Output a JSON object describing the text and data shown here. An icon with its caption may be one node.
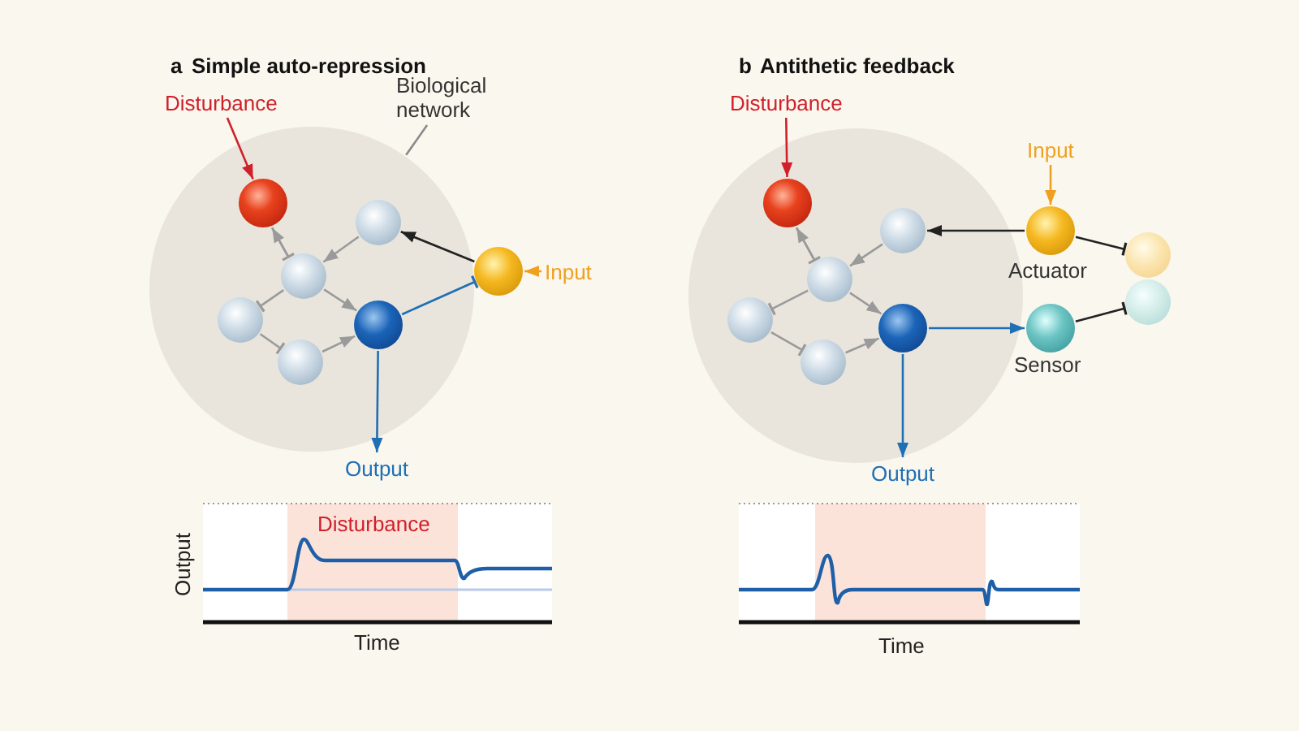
{
  "diagram": {
    "nodes": [
      {
        "text": [
          "Disturbance"
        ]
      },
      {
        "text": [
          "Biological network"
        ]
      },
      {
        "text": [],
        "shape": "circle"
      },
      {
        "text": [],
        "shape": "circle",
        "in": 2
      },
      {
        "text": [],
        "shape": "circle",
        "in": 2
      },
      {
        "text": [],
        "shape": "circle",
        "in": 2
      },
      {
        "text": [],
        "shape": "circle",
        "in": 2
      },
      {
        "text": [],
        "shape": "circle",
        "in": 2
      },
      {
        "text": [],
        "shape": "circle",
        "in": 2
      },
      {
        "text": [],
        "shape": "circle"
      },
      {
        "text": [
          "Input"
        ]
      },
      {
        "text": [
          "Output"
        ]
      },
      {
        "text": [
          "Disturbance"
        ]
      },
      {
        "text": [],
        "shape": "circle"
      },
      {
        "text": [],
        "shape": "circle",
        "in": 13
      },
      {
        "text": [],
        "shape": "circle",
        "in": 13
      },
      {
        "text": [],
        "shape": "circle",
        "in": 13
      },
      {
        "text": [],
        "shape": "circle",
        "in": 13
      },
      {
        "text": [],
        "shape": "circle",
        "in": 13
      },
      {
        "text": [],
        "shape": "circle",
        "in": 13
      },
      {
        "text": [
          "Input"
        ]
      },
      {
        "text": [],
        "shape": "circle",
        "beside": [
          "Actuator"
        ]
      },
      {
        "text": [],
        "shape": "circle",
        "beside": [
          "Sensor"
        ]
      },
      {
        "text": [],
        "shape": "circle"
      },
      {
        "text": [],
        "shape": "circle"
      },
      {
        "text": [
          "Output"
        ]
      }
    ],
    "edges": [
      {
        "from": 0,
        "to": 3,
        "arrow": "to",
        "color": "#d0202a"
      },
      {
        "from": 1,
        "to": 2,
        "arrow": "none",
        "color": "#8a8a8a"
      },
      {
        "from": 9,
        "to": 4,
        "arrow": "to",
        "color": "#222222"
      },
      {
        "from": 4,
        "to": 5,
        "arrow": "to"
      },
      {
        "from": 5,
        "to": 3,
        "arrow": "to"
      },
      {
        "from": 3,
        "to": 5,
        "arrow": "other"
      },
      {
        "from": 5,
        "to": 6,
        "arrow": "other"
      },
      {
        "from": 6,
        "to": 7,
        "arrow": "other"
      },
      {
        "from": 7,
        "to": 8,
        "arrow": "to"
      },
      {
        "from": 5,
        "to": 8,
        "arrow": "to"
      },
      {
        "from": 8,
        "to": 9,
        "arrow": "other",
        "color": "#1f6fb5"
      },
      {
        "from": 10,
        "to": 9,
        "arrow": "to",
        "color": "#f0a020"
      },
      {
        "from": 8,
        "to": 11,
        "arrow": "to",
        "color": "#1f6fb5"
      },
      {
        "from": 12,
        "to": 14,
        "arrow": "to",
        "color": "#d0202a"
      },
      {
        "from": 21,
        "to": 15,
        "arrow": "to",
        "color": "#222222"
      },
      {
        "from": 15,
        "to": 16,
        "arrow": "to"
      },
      {
        "from": 16,
        "to": 14,
        "arrow": "to"
      },
      {
        "from": 14,
        "to": 16,
        "arrow": "other"
      },
      {
        "from": 16,
        "to": 17,
        "arrow": "other"
      },
      {
        "from": 17,
        "to": 18,
        "arrow": "other"
      },
      {
        "from": 18,
        "to": 19,
        "arrow": "to"
      },
      {
        "from": 16,
        "to": 19,
        "arrow": "to"
      },
      {
        "from": 19,
        "to": 22,
        "arrow": "to",
        "color": "#1f6fb5"
      },
      {
        "from": 19,
        "to": 25,
        "arrow": "to",
        "color": "#1f6fb5"
      },
      {
        "from": 20,
        "to": 21,
        "arrow": "to",
        "color": "#f0a020"
      },
      {
        "from": 21,
        "to": 23,
        "arrow": "other",
        "color": "#222222"
      },
      {
        "from": 22,
        "to": 24,
        "arrow": "other",
        "color": "#222222"
      }
    ],
    "labels": [
      "a",
      "Simple auto-repression",
      "b",
      "Antithetic feedback",
      "Output",
      "Disturbance",
      "Time",
      "Time"
    ]
  }
}
